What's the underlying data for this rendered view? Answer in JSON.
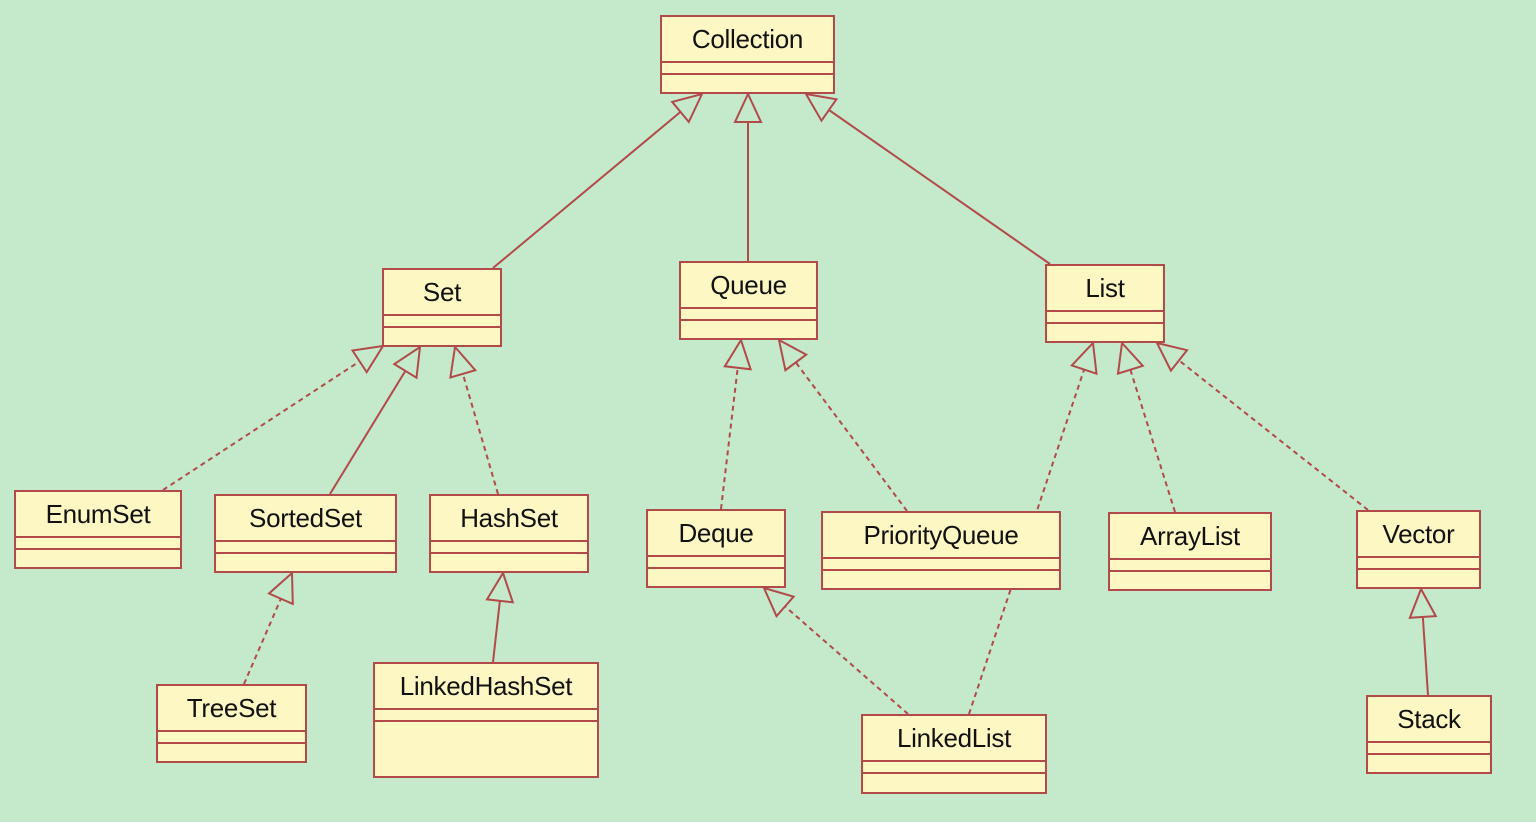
{
  "diagram": {
    "colors": {
      "background": "#c4eacb",
      "box_fill": "#fdf7c3",
      "line": "#b24a4a"
    },
    "classes": {
      "collection": "Collection",
      "set": "Set",
      "queue": "Queue",
      "list": "List",
      "enumset": "EnumSet",
      "sortedset": "SortedSet",
      "hashset": "HashSet",
      "deque": "Deque",
      "priorityqueue": "PriorityQueue",
      "arraylist": "ArrayList",
      "vector": "Vector",
      "treeset": "TreeSet",
      "linkedhashset": "LinkedHashSet",
      "linkedlist": "LinkedList",
      "stack": "Stack"
    },
    "relations": [
      {
        "from": "set",
        "to": "collection",
        "style": "solid"
      },
      {
        "from": "queue",
        "to": "collection",
        "style": "solid"
      },
      {
        "from": "list",
        "to": "collection",
        "style": "solid"
      },
      {
        "from": "enumset",
        "to": "set",
        "style": "dashed"
      },
      {
        "from": "sortedset",
        "to": "set",
        "style": "solid"
      },
      {
        "from": "hashset",
        "to": "set",
        "style": "dashed"
      },
      {
        "from": "deque",
        "to": "queue",
        "style": "dashed"
      },
      {
        "from": "priorityqueue",
        "to": "queue",
        "style": "dashed"
      },
      {
        "from": "linkedlist",
        "to": "list",
        "style": "dashed"
      },
      {
        "from": "arraylist",
        "to": "list",
        "style": "dashed"
      },
      {
        "from": "vector",
        "to": "list",
        "style": "dashed"
      },
      {
        "from": "treeset",
        "to": "sortedset",
        "style": "dashed"
      },
      {
        "from": "linkedhashset",
        "to": "hashset",
        "style": "solid"
      },
      {
        "from": "linkedlist",
        "to": "deque",
        "style": "dashed"
      },
      {
        "from": "stack",
        "to": "vector",
        "style": "solid"
      }
    ]
  }
}
